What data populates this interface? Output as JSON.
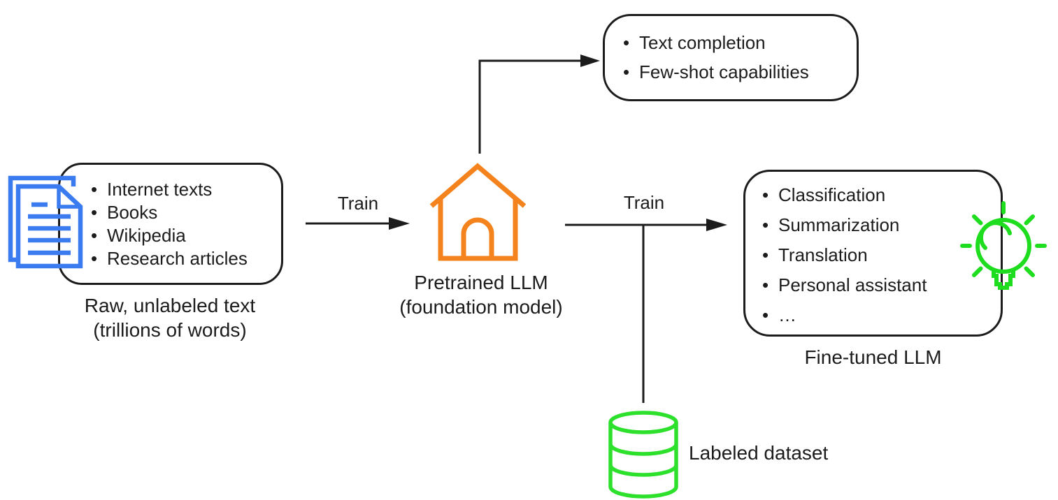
{
  "diagram": {
    "left_box": {
      "items": [
        "Internet texts",
        "Books",
        "Wikipedia",
        "Research articles"
      ],
      "caption_line1": "Raw, unlabeled text",
      "caption_line2": "(trillions of words)"
    },
    "top_box": {
      "items": [
        "Text completion",
        "Few-shot capabilities"
      ]
    },
    "right_box": {
      "items": [
        "Classification",
        "Summarization",
        "Translation",
        "Personal assistant",
        "…"
      ],
      "caption": "Fine-tuned LLM"
    },
    "pretrained_model": {
      "label_line1": "Pretrained LLM",
      "label_line2": "(foundation model)"
    },
    "arrows": {
      "train_left_label": "Train",
      "train_right_label": "Train"
    },
    "dataset": {
      "label": "Labeled dataset"
    },
    "icons": {
      "documents": "stacked-documents-icon",
      "house": "house-icon",
      "lightbulb": "lightbulb-icon",
      "database": "database-cylinder-icon"
    },
    "colors": {
      "doc_blue": "#3B7BF0",
      "house_orange": "#F5831D",
      "bulb_green": "#1EDC1E",
      "db_green": "#2CE02C",
      "line_black": "#1C1C1C"
    }
  }
}
